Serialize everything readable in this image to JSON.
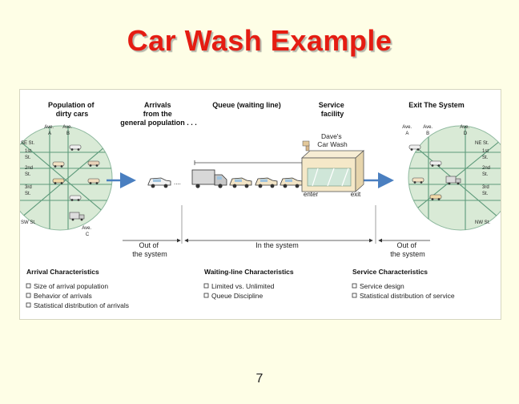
{
  "slide": {
    "title": "Car Wash Example",
    "page_number": "7"
  },
  "diagram": {
    "headers": {
      "population": [
        "Population of",
        "dirty cars"
      ],
      "arrivals": [
        "Arrivals",
        "from the",
        "general population . . ."
      ],
      "queue": "Queue (waiting line)",
      "service": [
        "Service",
        "facility"
      ],
      "exit": "Exit The System"
    },
    "left_map": {
      "avenues": [
        "Ave.",
        "A",
        "Ave.",
        "B"
      ],
      "streets": [
        "SE St.",
        "1st",
        "St.",
        "2nd",
        "St.",
        "3rd",
        "St.",
        "SW St."
      ],
      "bottom": [
        "Ave.",
        "C"
      ]
    },
    "right_map": {
      "avenues": [
        "Ave.",
        "A",
        "Ave.",
        "B",
        "Ave.",
        "D"
      ],
      "streets": [
        "NE St.",
        "1st",
        "St.",
        "2nd",
        "St.",
        "3rd",
        "St.",
        "NW St."
      ]
    },
    "car_wash": {
      "name": [
        "Dave's",
        "Car Wash"
      ],
      "enter": "enter",
      "exit": "exit"
    },
    "regions": {
      "out_left": [
        "Out of",
        "the system"
      ],
      "in": "In the system",
      "out_right": [
        "Out of",
        "the system"
      ]
    },
    "characteristics": {
      "arrival": {
        "title": "Arrival Characteristics",
        "items": [
          "Size of arrival population",
          "Behavior of arrivals",
          "Statistical distribution of arrivals"
        ]
      },
      "waiting": {
        "title": "Waiting-line Characteristics",
        "items": [
          "Limited vs. Unlimited",
          "Queue Discipline"
        ]
      },
      "service": {
        "title": "Service Characteristics",
        "items": [
          "Service design",
          "Statistical distribution of service"
        ]
      }
    },
    "colors": {
      "map_fill": "#d9ead6",
      "map_lines": "#5d9a7a",
      "arrow": "#4a7fc0",
      "title_red": "#e51c12"
    }
  }
}
